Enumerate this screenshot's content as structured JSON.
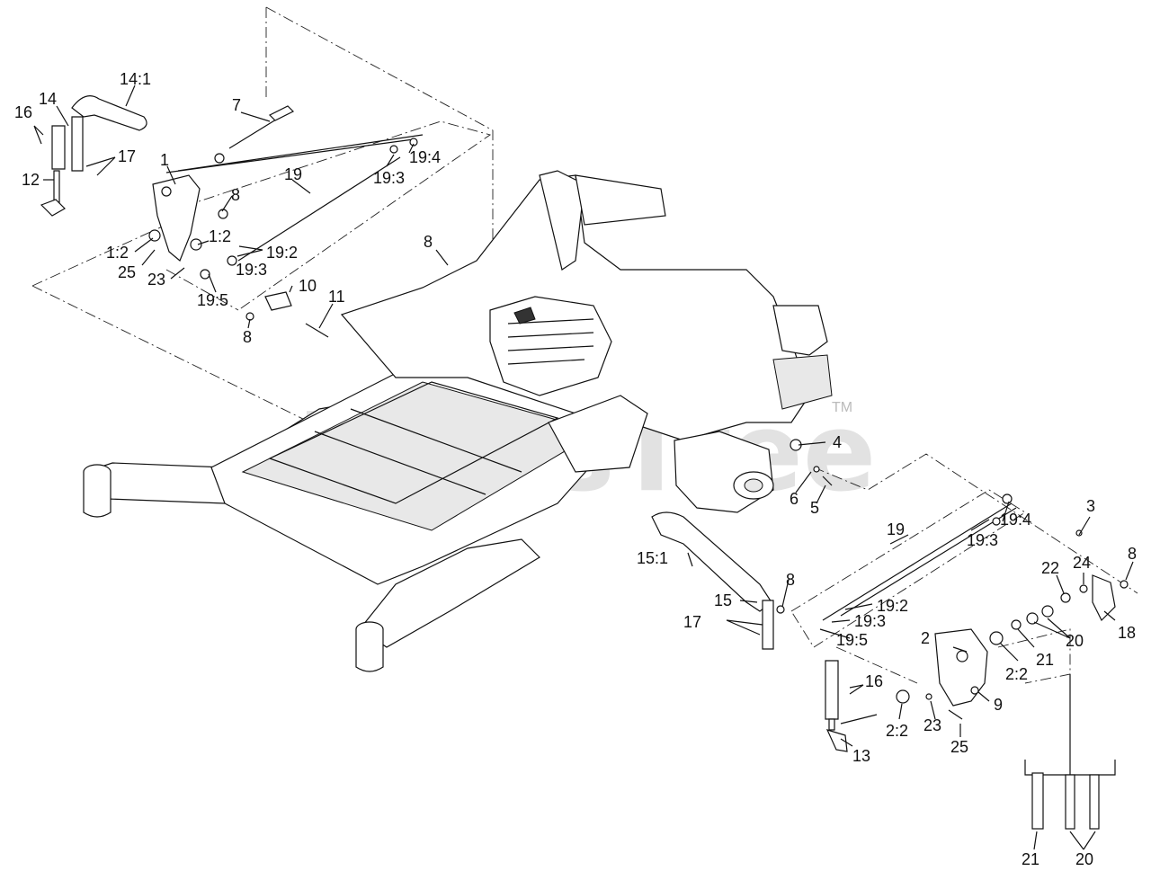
{
  "watermark": {
    "text": "PartsTree",
    "tm": "TM"
  },
  "callouts": {
    "c14_1": "14:1",
    "c14": "14",
    "c16a": "16",
    "c17a": "17",
    "c12": "12",
    "c7": "7",
    "c1": "1",
    "c8a": "8",
    "c19a": "19",
    "c19_3a": "19:3",
    "c19_4a": "19:4",
    "c1_2a": "1:2",
    "c1_2b": "1:2",
    "c19_2a": "19:2",
    "c25a": "25",
    "c23a": "23",
    "c19_3b": "19:3",
    "c19_5a": "19:5",
    "c10": "10",
    "c8b": "8",
    "c11": "11",
    "c8c": "8",
    "c4": "4",
    "c6": "6",
    "c5": "5",
    "c3": "3",
    "c19b": "19",
    "c19_4b": "19:4",
    "c19_3c": "19:3",
    "c15_1": "15:1",
    "c8d": "8",
    "c24": "24",
    "c8e": "8",
    "c22": "22",
    "c15": "15",
    "c19_2b": "19:2",
    "c19_3d": "19:3",
    "c17b": "17",
    "c19_5b": "19:5",
    "c18": "18",
    "c2": "2",
    "c20a": "20",
    "c21a": "21",
    "c2_2a": "2:2",
    "c16b": "16",
    "c9": "9",
    "c2_2b": "2:2",
    "c23b": "23",
    "c25b": "25",
    "c13": "13",
    "c21b": "21",
    "c20b": "20"
  }
}
